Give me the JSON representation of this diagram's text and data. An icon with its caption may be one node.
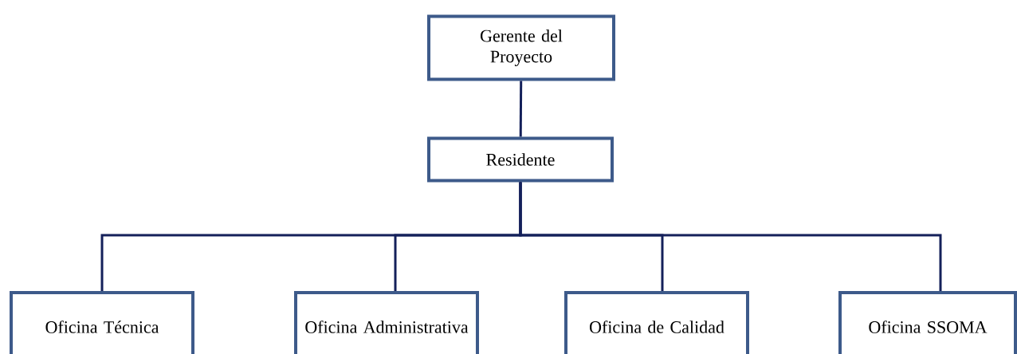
{
  "diagram": {
    "nodes": [
      {
        "text": [
          "Gerente del Proyecto"
        ]
      },
      {
        "text": [
          "Residente"
        ]
      },
      {
        "text": [
          "Oficina Técnica"
        ]
      },
      {
        "text": [
          "Oficina Administrativa"
        ]
      },
      {
        "text": [
          "Oficina de Calidad"
        ]
      },
      {
        "text": [
          "Oficina SSOMA"
        ]
      }
    ],
    "edges": [
      {
        "from": 0,
        "to": 1,
        "arrow": "none"
      },
      {
        "from": 1,
        "to": 2,
        "arrow": "none"
      },
      {
        "from": 1,
        "to": 3,
        "arrow": "none"
      },
      {
        "from": 1,
        "to": 4,
        "arrow": "none"
      },
      {
        "from": 1,
        "to": 5,
        "arrow": "none"
      }
    ]
  }
}
